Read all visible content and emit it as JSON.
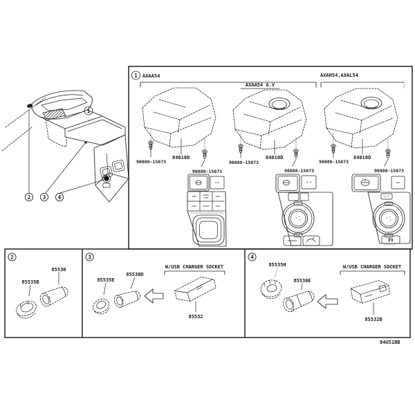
{
  "figure_code": "84U51BB",
  "callouts": {
    "c1": "1",
    "c2": "2",
    "c3": "3",
    "c4": "4"
  },
  "main_panel": {
    "group_left": "AXAA54",
    "group_center": "AXAA54 G.V",
    "group_right": "AXAH54,AXAL54",
    "assemblies": [
      {
        "part": "84010D",
        "screw_front": "90080-15073",
        "screw_rear": "90080-15073"
      },
      {
        "part": "84010D",
        "screw_front": "90080-15073",
        "screw_rear": "90080-15073"
      },
      {
        "part": "84010D",
        "screw_front": "90080-15073",
        "screw_rear": "90080-15073"
      }
    ],
    "ev_button": "EV"
  },
  "panel2": {
    "callout": "2",
    "part_cap": "85535B",
    "part_socket": "85530"
  },
  "panel3": {
    "callout": "3",
    "bracket": "W/USB CHARGER SOCKET",
    "part_cap": "85535E",
    "part_socket": "85530D",
    "part_charger": "85532"
  },
  "panel4": {
    "callout": "4",
    "bracket": "W/USB CHARGER SOCKET",
    "part_cap": "85535H",
    "part_socket": "85530E",
    "part_charger": "85532B"
  }
}
